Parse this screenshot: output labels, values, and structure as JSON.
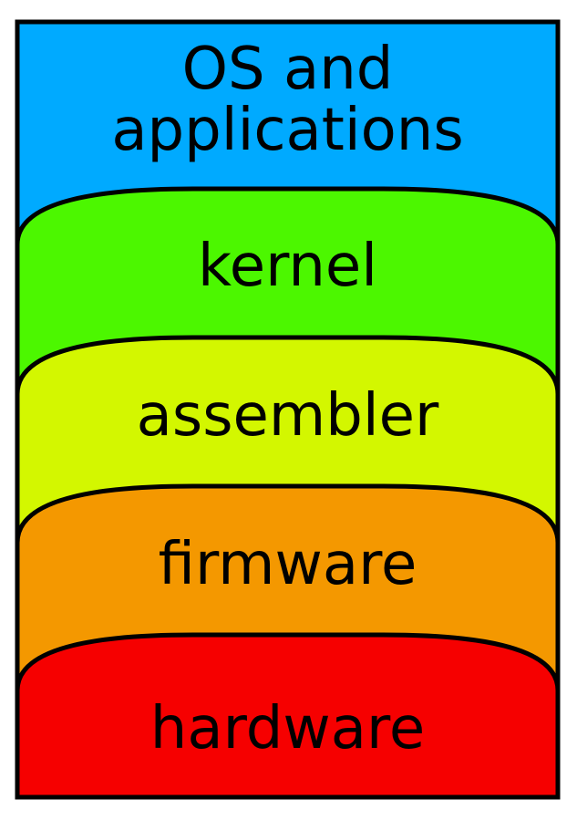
{
  "diagram": {
    "layers": [
      {
        "id": "os-and-applications",
        "label_lines": [
          "OS and",
          "applications"
        ],
        "color": "#00aaff"
      },
      {
        "id": "kernel",
        "label_lines": [
          "kernel"
        ],
        "color": "#4cf700"
      },
      {
        "id": "assembler",
        "label_lines": [
          "assembler"
        ],
        "color": "#d3f700"
      },
      {
        "id": "firmware",
        "label_lines": [
          "firmware"
        ],
        "color": "#f49800"
      },
      {
        "id": "hardware",
        "label_lines": [
          "hardware"
        ],
        "color": "#f60000"
      }
    ],
    "border_color": "#000000"
  }
}
